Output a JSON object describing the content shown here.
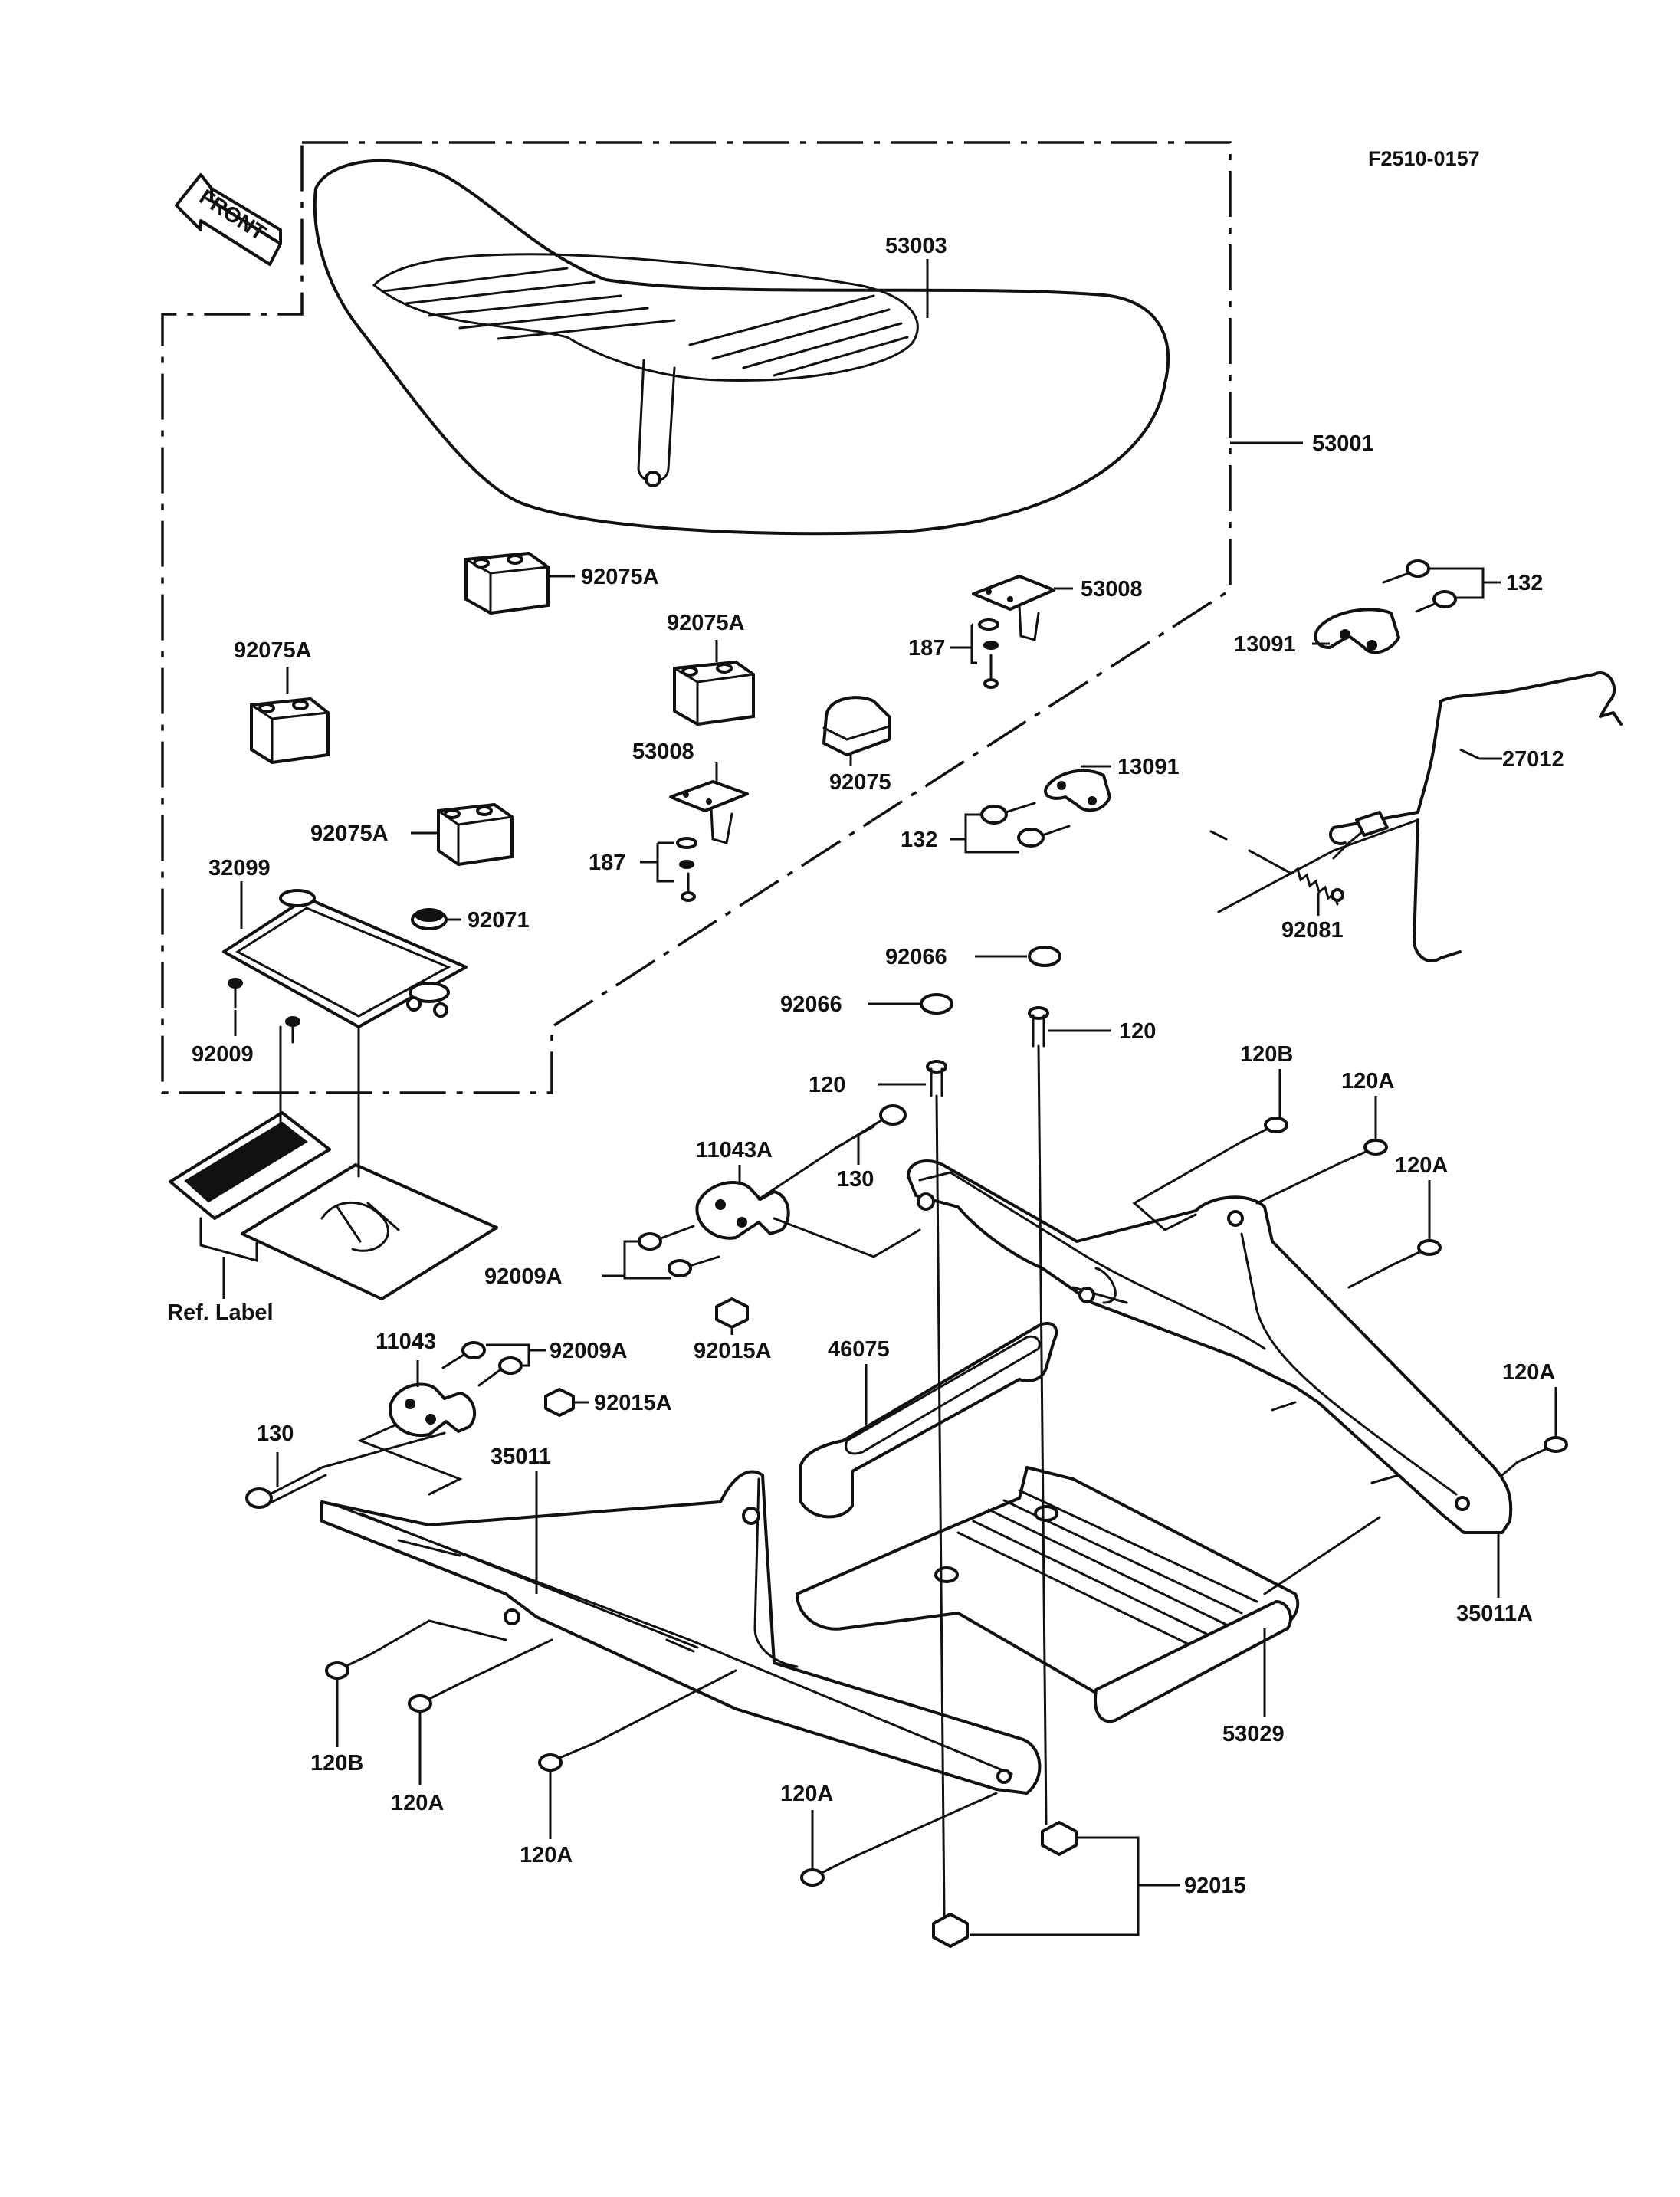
{
  "figure_code": "F2510-0157",
  "front_arrow_label": "FRONT",
  "labels": {
    "seat_assy": "53001",
    "seat_cover": "53003",
    "damper_rubber_a": "92075A",
    "damper_rubber": "92075",
    "bracket": "53008",
    "screw_187": "187",
    "hinge_bolt": "132",
    "hinge": "13091",
    "seat_lock_rod": "27012",
    "spring": "92081",
    "tray": "32099",
    "grommet": "92071",
    "bolt_92009": "92009",
    "cap": "92066",
    "bolt_120": "120",
    "bolt_120b": "120B",
    "bolt_120a": "120A",
    "bolt_130": "130",
    "hinge_bracket_a": "11043A",
    "bolt_92009a": "92009A",
    "nut_92015a": "92015A",
    "hinge_bracket": "11043",
    "grab_rail": "46075",
    "side_frame": "35011",
    "side_frame_a": "35011A",
    "rack": "53029",
    "nut_92015": "92015",
    "ref_label": "Ref. Label"
  }
}
